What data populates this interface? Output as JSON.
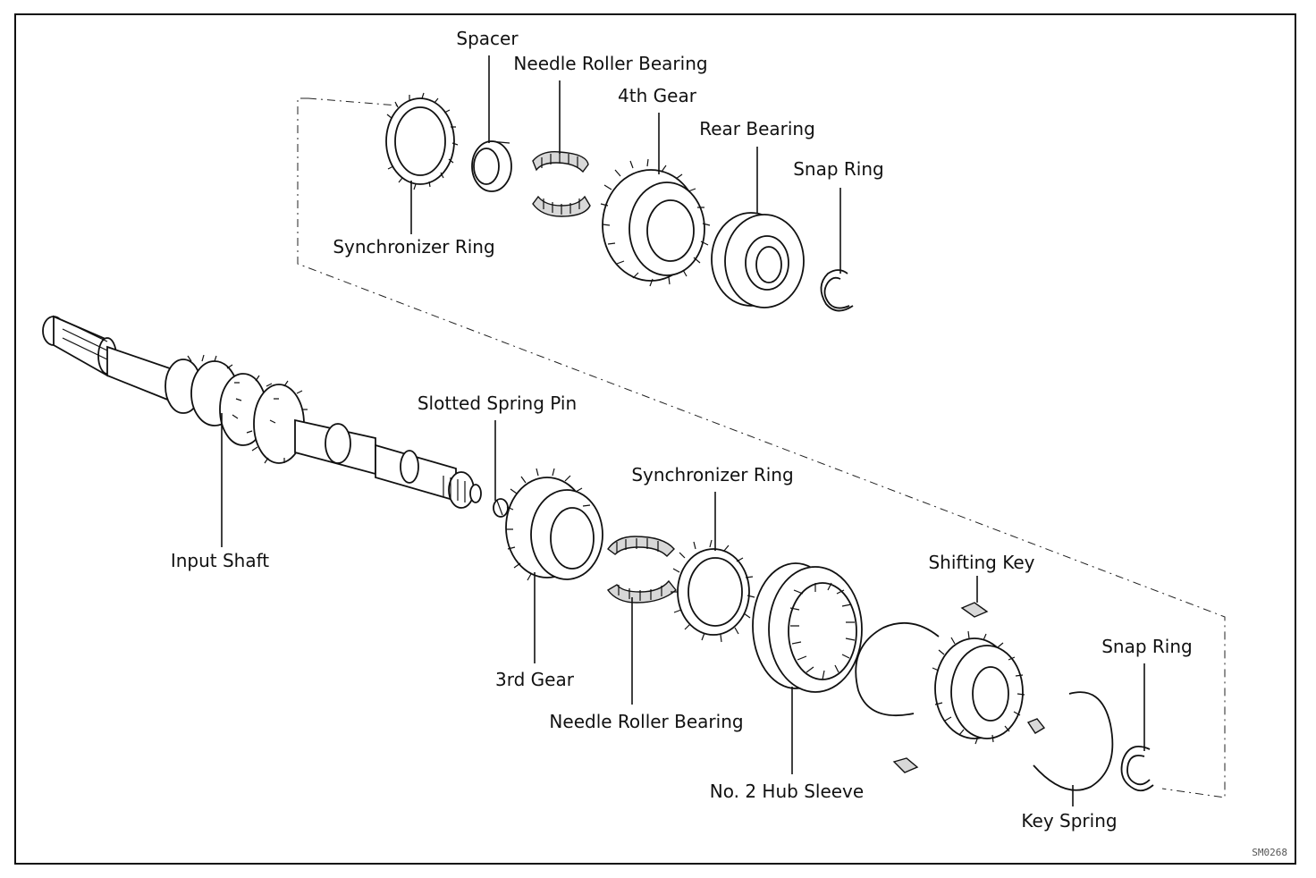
{
  "labels": {
    "spacer": "Spacer",
    "needle_bearing_top": "Needle Roller Bearing",
    "fourth_gear": "4th Gear",
    "rear_bearing": "Rear Bearing",
    "snap_ring_top": "Snap Ring",
    "sync_ring_top": "Synchronizer Ring",
    "slotted_spring_pin": "Slotted Spring Pin",
    "sync_ring_mid": "Synchronizer Ring",
    "input_shaft": "Input Shaft",
    "shifting_key": "Shifting Key",
    "snap_ring_bottom": "Snap Ring",
    "third_gear": "3rd Gear",
    "needle_bearing_bottom": "Needle Roller Bearing",
    "hub_sleeve": "No. 2 Hub Sleeve",
    "key_spring": "Key Spring"
  },
  "figure_code": "SM0268"
}
